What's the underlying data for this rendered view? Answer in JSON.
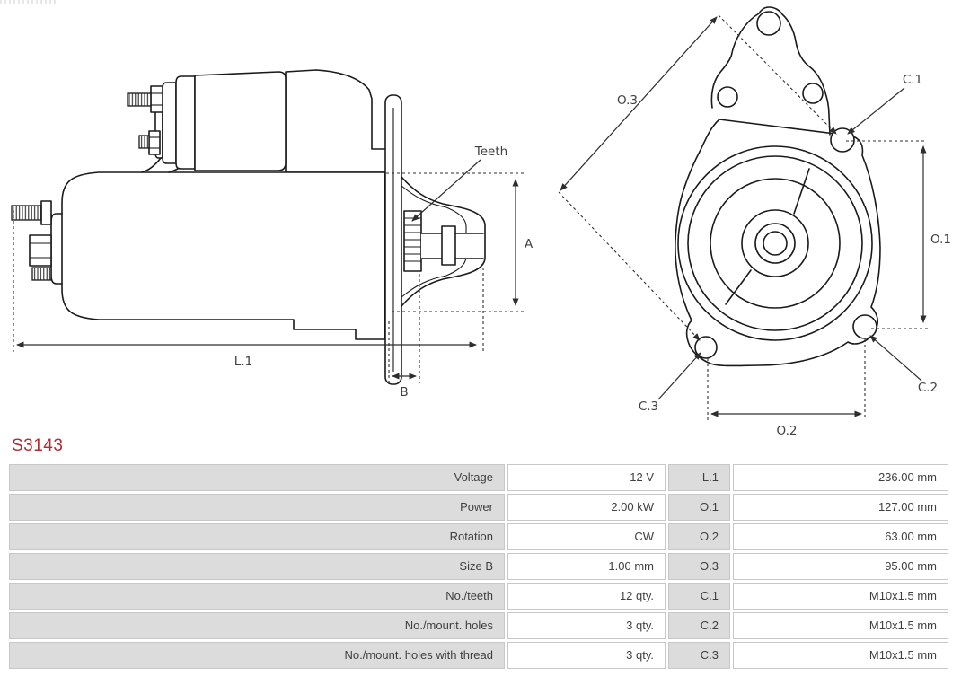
{
  "part_number": "S3143",
  "accent_color": "#b22a2f",
  "drawing": {
    "side_view": {
      "teeth_label": "Teeth",
      "dim_a": "A",
      "dim_b": "B",
      "dim_l1": "L.1"
    },
    "front_view": {
      "dim_o1": "O.1",
      "dim_o2": "O.2",
      "dim_o3": "O.3",
      "dim_c1": "C.1",
      "dim_c2": "C.2",
      "dim_c3": "C.3"
    }
  },
  "spec_table": {
    "rows": [
      {
        "label": "Voltage",
        "value": "12 V",
        "dim": "L.1",
        "dim_value": "236.00 mm"
      },
      {
        "label": "Power",
        "value": "2.00 kW",
        "dim": "O.1",
        "dim_value": "127.00 mm"
      },
      {
        "label": "Rotation",
        "value": "CW",
        "dim": "O.2",
        "dim_value": "63.00 mm"
      },
      {
        "label": "Size B",
        "value": "1.00 mm",
        "dim": "O.3",
        "dim_value": "95.00 mm"
      },
      {
        "label": "No./teeth",
        "value": "12 qty.",
        "dim": "C.1",
        "dim_value": "M10x1.5 mm"
      },
      {
        "label": "No./mount. holes",
        "value": "3 qty.",
        "dim": "C.2",
        "dim_value": "M10x1.5 mm"
      },
      {
        "label": "No./mount. holes with thread",
        "value": "3 qty.",
        "dim": "C.3",
        "dim_value": "M10x1.5 mm"
      }
    ]
  }
}
